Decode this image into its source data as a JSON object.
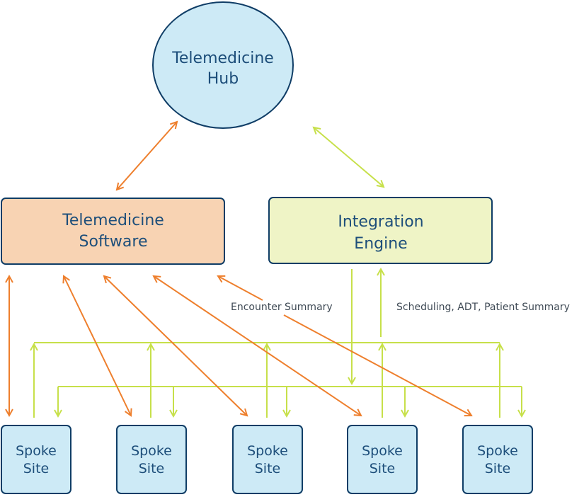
{
  "colors": {
    "hub_fill": "#cdeaf6",
    "hub_stroke": "#0f3d66",
    "software_fill": "#f8d3b3",
    "software_stroke": "#0f3d66",
    "engine_fill": "#eff4c6",
    "engine_stroke": "#0f3d66",
    "spoke_fill": "#cdeaf6",
    "spoke_stroke": "#0f3d66",
    "orange_arrow": "#ee7f2d",
    "green_arrow": "#c7e04a",
    "text": "#1d4e7a"
  },
  "nodes": {
    "hub": {
      "line1": "Telemedicine",
      "line2": "Hub"
    },
    "software": {
      "line1": "Telemedicine",
      "line2": "Software"
    },
    "engine": {
      "line1": "Integration",
      "line2": "Engine"
    },
    "spokes": [
      {
        "line1": "Spoke",
        "line2": "Site"
      },
      {
        "line1": "Spoke",
        "line2": "Site"
      },
      {
        "line1": "Spoke",
        "line2": "Site"
      },
      {
        "line1": "Spoke",
        "line2": "Site"
      },
      {
        "line1": "Spoke",
        "line2": "Site"
      }
    ]
  },
  "edge_labels": {
    "encounter": "Encounter Summary",
    "scheduling": "Scheduling, ADT, Patient Summary"
  }
}
